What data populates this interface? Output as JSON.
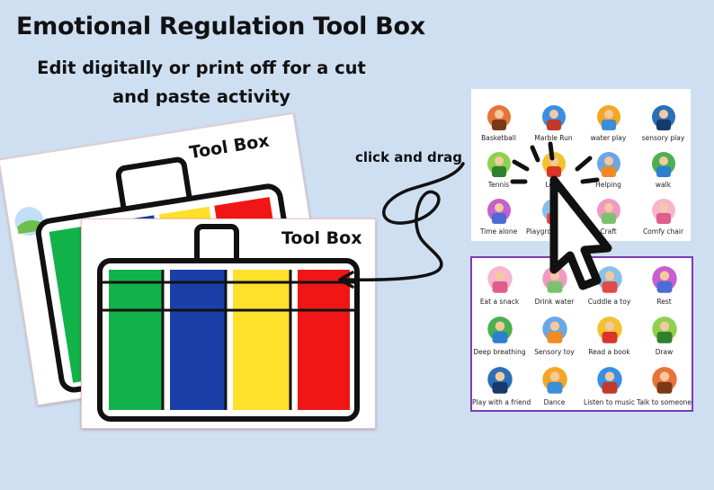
{
  "title": "Emotional Regulation Tool Box",
  "subtitle": {
    "line1": "Edit digitally or print off for a cut",
    "line2": "and paste activity"
  },
  "drag_label": "click and drag",
  "toolbox_back": {
    "title": "Tool Box"
  },
  "toolbox_front": {
    "title": "Tool Box"
  },
  "colors": {
    "background": "#cfdff2",
    "green": "#12b24a",
    "blue": "#1a3fa8",
    "yellow": "#ffe02a",
    "red": "#f01616",
    "panel_border": "#7d3ab7"
  },
  "activities_top": [
    {
      "label": "Basketball",
      "icon": "basketball-icon"
    },
    {
      "label": "Marble Run",
      "icon": "marble-run-icon"
    },
    {
      "label": "water play",
      "icon": "water-play-icon"
    },
    {
      "label": "sensory play",
      "icon": "sensory-play-icon"
    },
    {
      "label": "Tennis",
      "icon": "tennis-icon"
    },
    {
      "label": "Lego",
      "icon": "lego-icon"
    },
    {
      "label": "Helping",
      "icon": "helping-icon"
    },
    {
      "label": "walk",
      "icon": "walk-icon"
    },
    {
      "label": "Time alone",
      "icon": "time-alone-icon"
    },
    {
      "label": "Playground climb",
      "icon": "playground-icon"
    },
    {
      "label": "Craft",
      "icon": "craft-icon"
    },
    {
      "label": "Comfy chair",
      "icon": "comfy-chair-icon"
    }
  ],
  "activities_bottom": [
    {
      "label": "Eat a snack",
      "icon": "snack-icon"
    },
    {
      "label": "Drink water",
      "icon": "water-bottle-icon"
    },
    {
      "label": "Cuddle a toy",
      "icon": "toy-icon"
    },
    {
      "label": "Rest",
      "icon": "rest-icon"
    },
    {
      "label": "Deep breathing",
      "icon": "breathing-icon"
    },
    {
      "label": "Sensory toy",
      "icon": "sensory-toy-icon"
    },
    {
      "label": "Read a book",
      "icon": "book-icon"
    },
    {
      "label": "Draw",
      "icon": "draw-icon"
    },
    {
      "label": "Play with a friend",
      "icon": "friends-icon"
    },
    {
      "label": "Dance",
      "icon": "dance-icon"
    },
    {
      "label": "Listen to music",
      "icon": "headphones-icon"
    },
    {
      "label": "Talk to someone",
      "icon": "talk-icon"
    }
  ]
}
